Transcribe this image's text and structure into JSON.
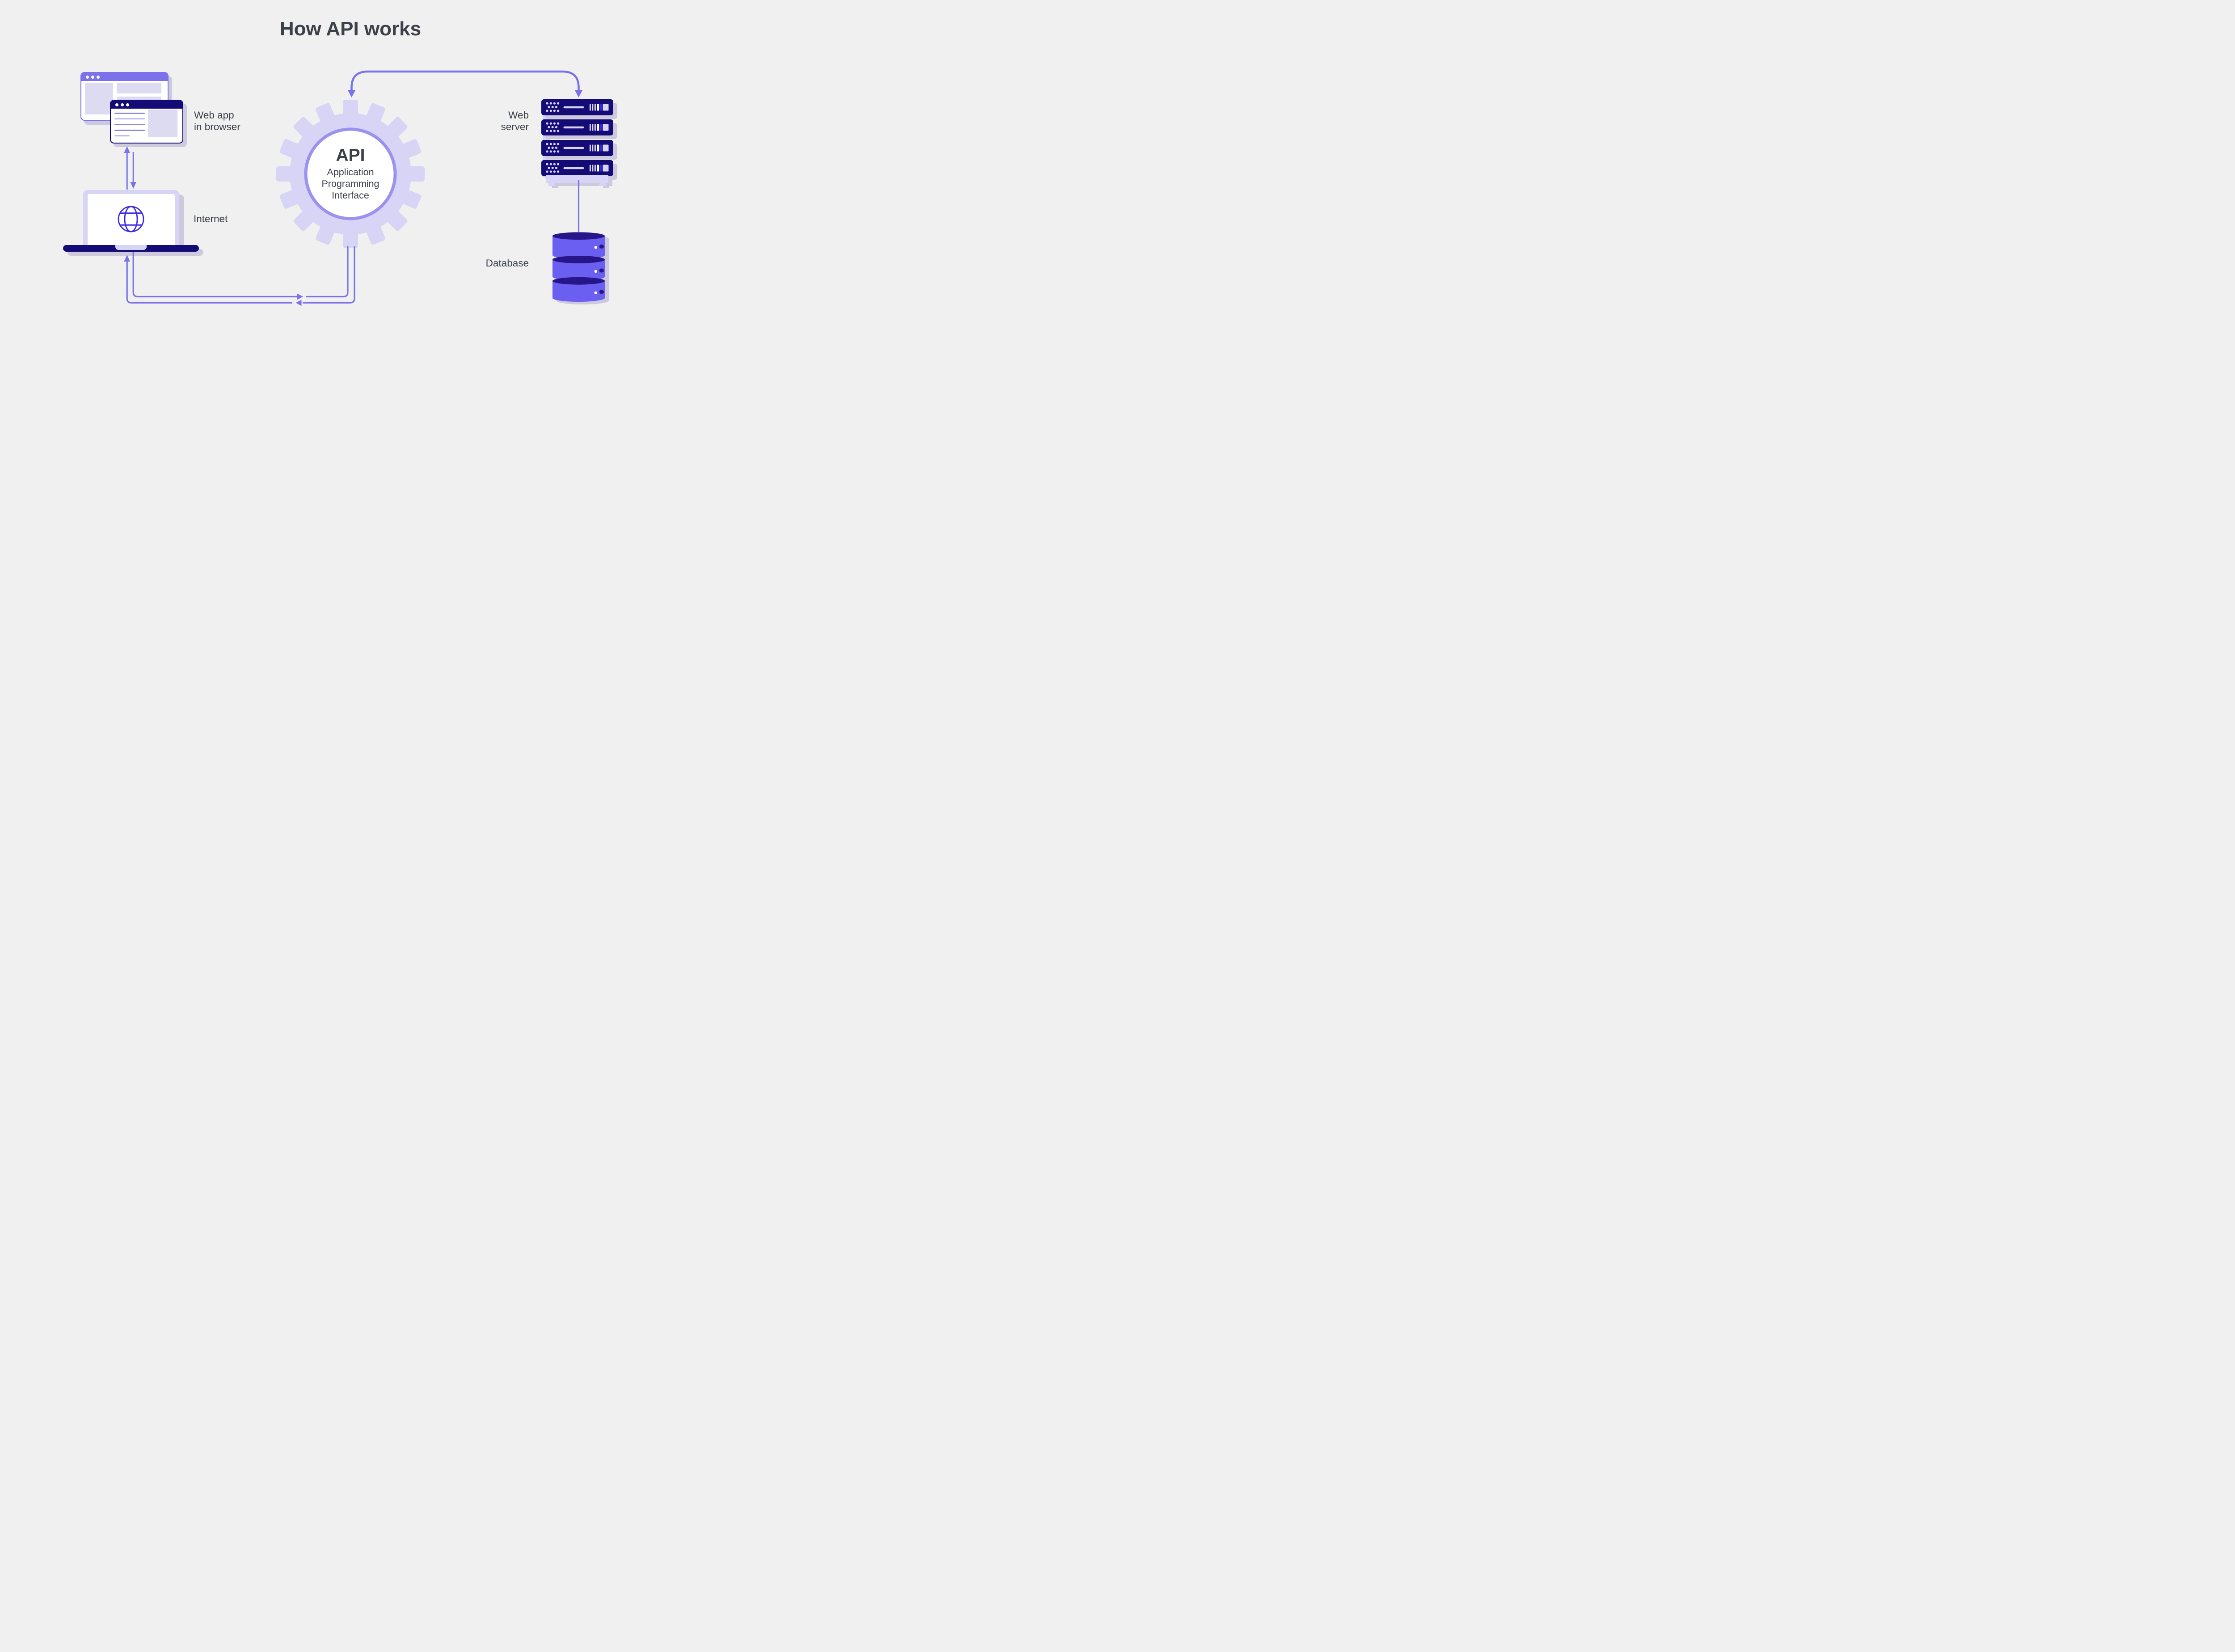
{
  "title": "How API works",
  "nodes": {
    "web_app": {
      "label_lines": [
        "Web app",
        "in browser"
      ]
    },
    "internet": {
      "label": "Internet"
    },
    "api": {
      "abbr": "API",
      "full_lines": [
        "Application",
        "Programming",
        "Interface"
      ]
    },
    "web_server": {
      "label_lines": [
        "Web",
        "server"
      ]
    },
    "database": {
      "label": "Database"
    }
  },
  "colors": {
    "bg": "#f0f0f1",
    "accent": "#7b71ea",
    "navy": "#150b77",
    "lavender": "#d7d4f6",
    "block": "#dddbf1",
    "line_purple": "#8f8ad8",
    "gear_ring": "#9b92ef",
    "db_body": "#6b5ff2",
    "db_top": "#271689",
    "bar_blue": "#2f2ae5",
    "text": "#3b4049",
    "shadow": "#cdcade",
    "globe": "#3a2ae2"
  }
}
